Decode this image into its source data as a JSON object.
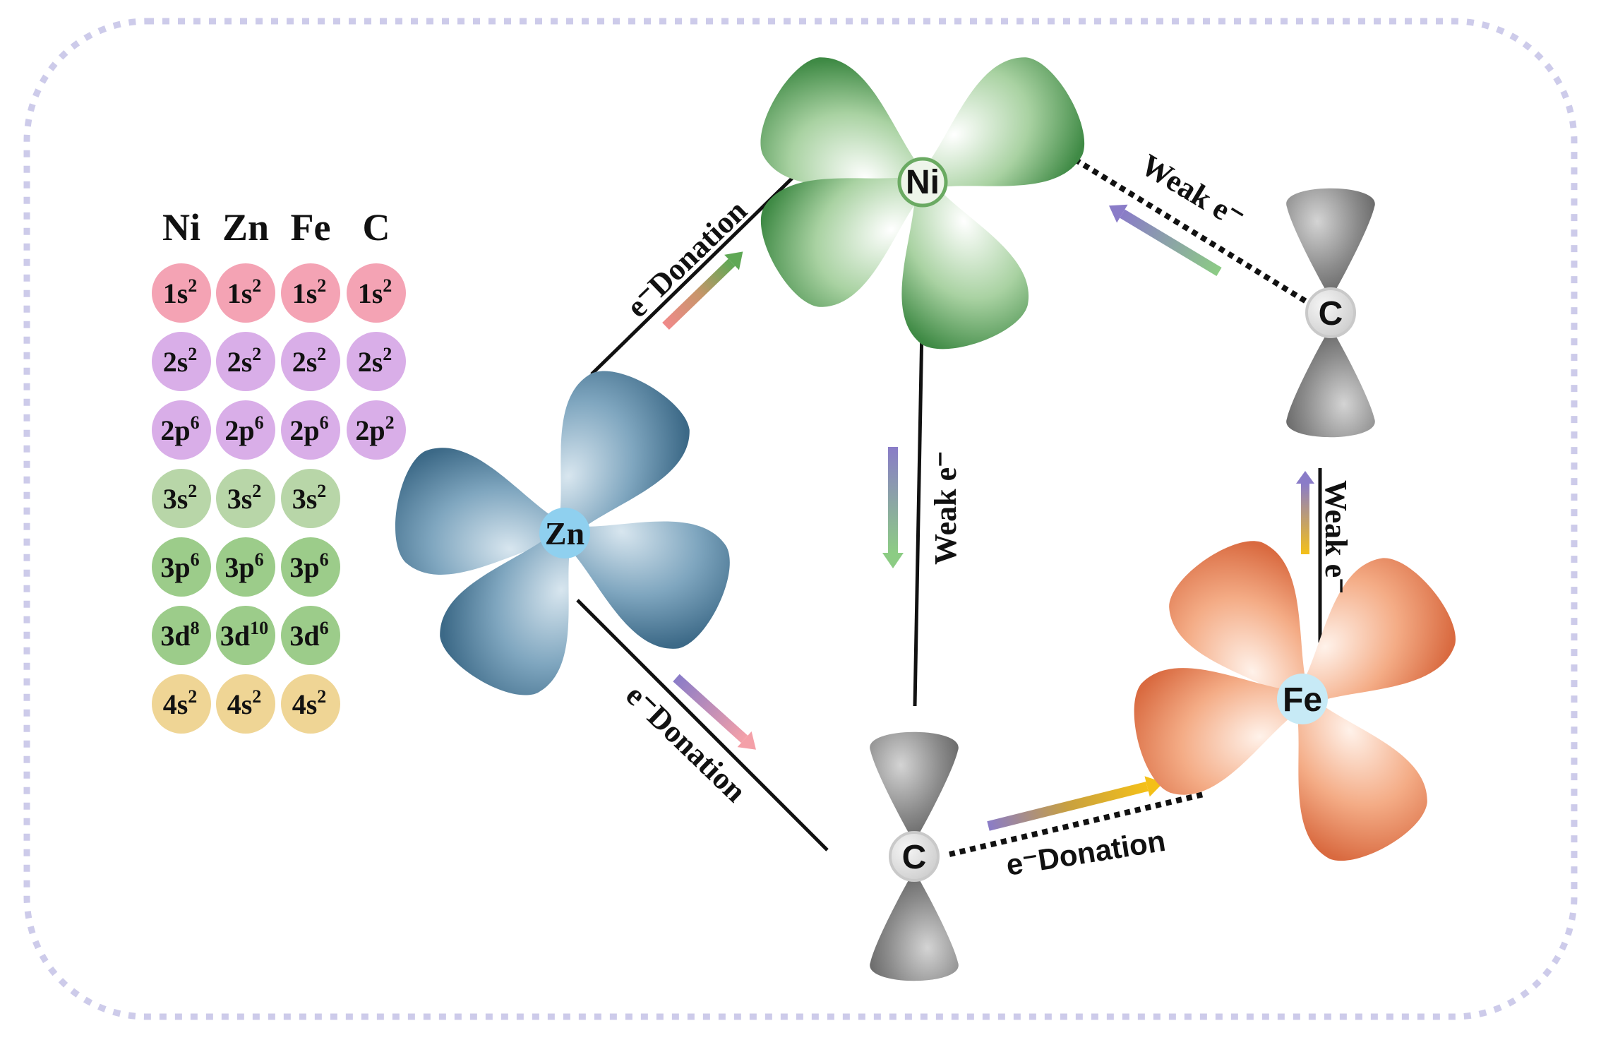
{
  "config_table": {
    "headers": [
      "Ni",
      "Zn",
      "Fe",
      "C"
    ],
    "columns": [
      [
        [
          "1s",
          "2"
        ],
        [
          "2s",
          "2"
        ],
        [
          "2p",
          "6"
        ],
        [
          "3s",
          "2"
        ],
        [
          "3p",
          "6"
        ],
        [
          "3d",
          "8"
        ],
        [
          "4s",
          "2"
        ]
      ],
      [
        [
          "1s",
          "2"
        ],
        [
          "2s",
          "2"
        ],
        [
          "2p",
          "6"
        ],
        [
          "3s",
          "2"
        ],
        [
          "3p",
          "6"
        ],
        [
          "3d",
          "10"
        ],
        [
          "4s",
          "2"
        ]
      ],
      [
        [
          "1s",
          "2"
        ],
        [
          "2s",
          "2"
        ],
        [
          "2p",
          "6"
        ],
        [
          "3s",
          "2"
        ],
        [
          "3p",
          "6"
        ],
        [
          "3d",
          "6"
        ],
        [
          "4s",
          "2"
        ]
      ],
      [
        [
          "1s",
          "2"
        ],
        [
          "2s",
          "2"
        ],
        [
          "2p",
          "2"
        ]
      ]
    ],
    "row_colors": [
      "#f4a3b4",
      "#d9aee8",
      "#d9aee8",
      "#b8d6a8",
      "#9ccc8a",
      "#9ccc8a",
      "#efd595"
    ]
  },
  "atoms": {
    "ni": {
      "label": "Ni",
      "color": "#6aaa62"
    },
    "zn": {
      "label": "Zn",
      "color": "#5a89a6"
    },
    "fe": {
      "label": "Fe",
      "color": "#e8825a"
    },
    "c_bottom": {
      "label": "C",
      "color": "#777777"
    },
    "c_right": {
      "label": "C",
      "color": "#777777"
    }
  },
  "links": {
    "zn_ni": "e⁻Donation",
    "zn_c": "e⁻Donation",
    "c_fe": "e⁻Donation",
    "ni_c": "Weak e⁻",
    "c_ni": "Weak e⁻",
    "fe_c": "Weak e⁻"
  }
}
